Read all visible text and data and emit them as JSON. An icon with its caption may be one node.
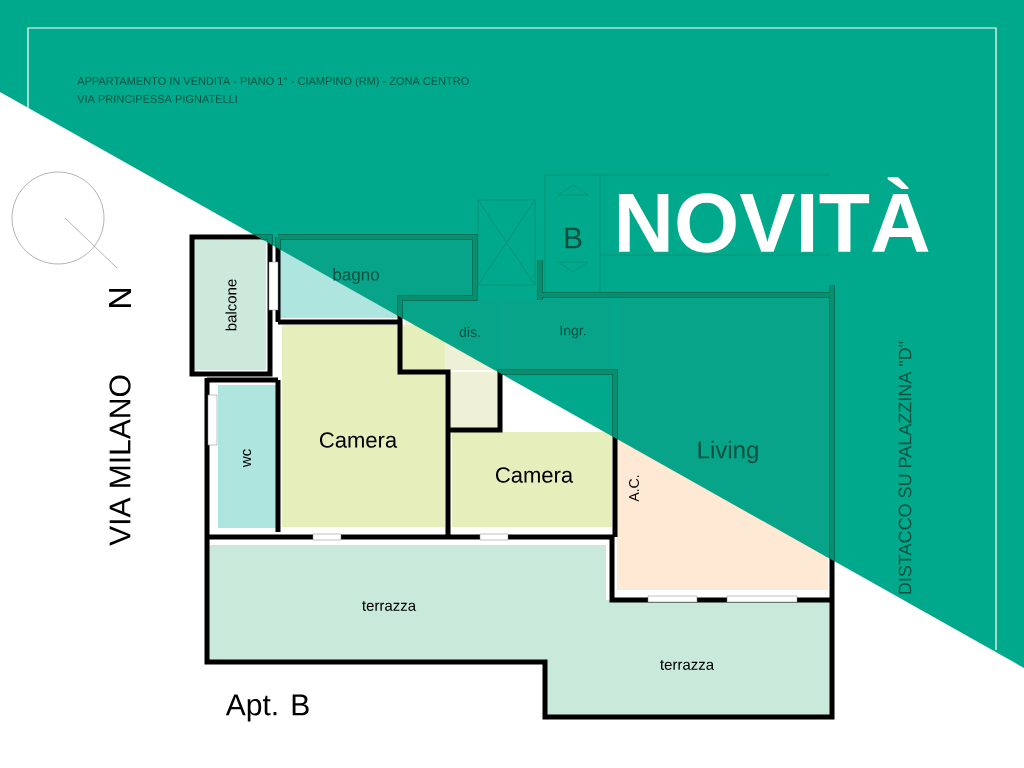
{
  "diagram": {
    "nodes": [
      {
        "text": [
          "balcone"
        ]
      },
      {
        "text": [
          "bagno"
        ]
      },
      {
        "text": [
          "dis."
        ]
      },
      {
        "text": [
          "Ingr."
        ]
      },
      {
        "text": [
          "Camera"
        ]
      },
      {
        "text": [
          "wc"
        ]
      },
      {
        "text": [
          "Camera"
        ]
      },
      {
        "text": [
          "Living"
        ]
      },
      {
        "text": [
          "terrazza"
        ]
      },
      {
        "text": [
          "terrazza"
        ]
      }
    ],
    "labels": [
      "APPARTAMENTO IN VENDITA - PIANO 1° - CIAMPINO (RM) - ZONA CENTRO",
      "VIA PRINCIPESSA PIGNATELLI",
      "NOVITÀ",
      "B",
      "N",
      "VIA MILANO",
      "A.C.",
      "DISTACCO SU PALAZZINA \"D\"",
      "Apt. B"
    ]
  }
}
